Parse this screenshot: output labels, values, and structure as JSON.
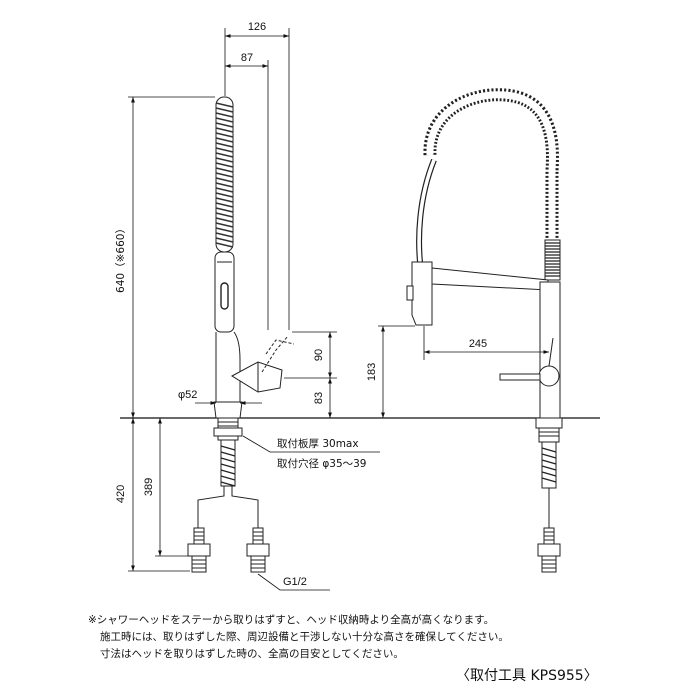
{
  "dimensions": {
    "width_126": "126",
    "width_87": "87",
    "height_640": "640（※660）",
    "diameter_52": "φ52",
    "height_90": "90",
    "height_83": "83",
    "height_183": "183",
    "reach_245": "245",
    "depth_420": "420",
    "depth_389": "389"
  },
  "callouts": {
    "mount_thickness": "取付板厚 30max",
    "mount_hole": "取付穴径 φ35～39",
    "thread": "G1/2"
  },
  "notes": [
    "※シャワーヘッドをステーから取りはずすと、ヘッド収納時より全高が高くなります。",
    "施工時には、取りはずした際、周辺設備と干渉しない十分な高さを確保してください。",
    "寸法はヘッドを取りはずした時の、全高の目安としてください。"
  ],
  "tool": "〈取付工具 KPS955〉"
}
